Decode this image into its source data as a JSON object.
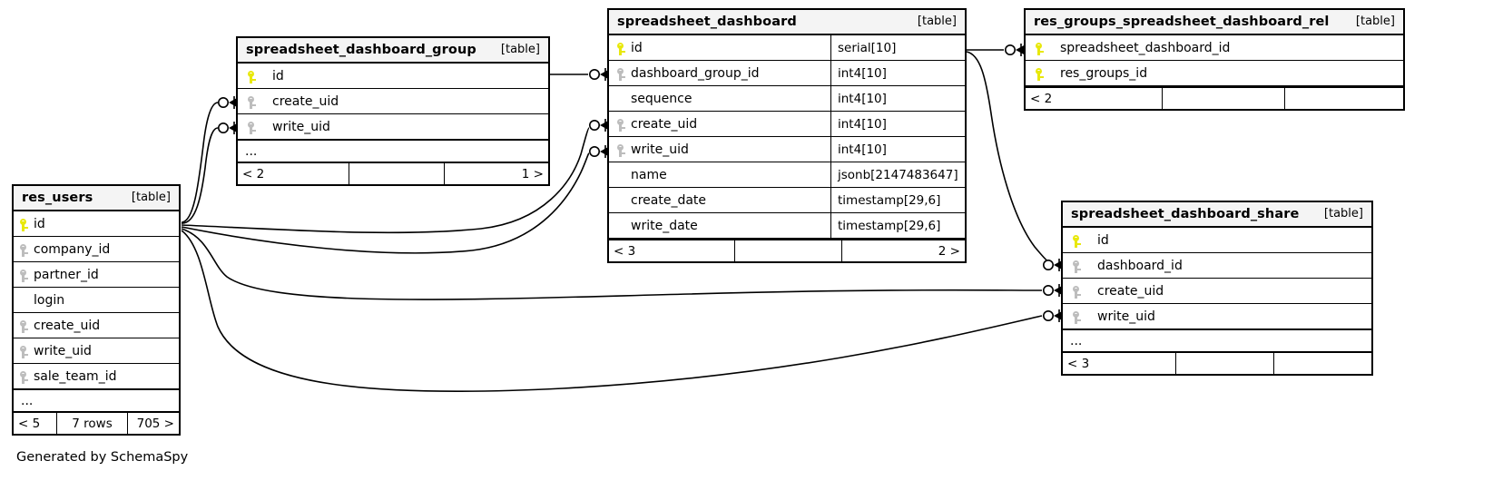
{
  "diagram": {
    "caption": "Generated by SchemaSpy",
    "table_tag": "[table]",
    "ellipsis": "...",
    "colors": {
      "primary_key": "#e8e80c",
      "foreign_key": "#bdbdbd",
      "header_bg": "#f4f4f4",
      "border": "#000000",
      "background": "#ffffff"
    }
  },
  "tables": {
    "res_users": {
      "name": "res_users",
      "type": "[table]",
      "columns": [
        {
          "name": "id",
          "key": "pk",
          "type": ""
        },
        {
          "name": "company_id",
          "key": "fk",
          "type": ""
        },
        {
          "name": "partner_id",
          "key": "fk",
          "type": ""
        },
        {
          "name": "login",
          "key": "none",
          "type": ""
        },
        {
          "name": "create_uid",
          "key": "fk",
          "type": ""
        },
        {
          "name": "write_uid",
          "key": "fk",
          "type": ""
        },
        {
          "name": "sale_team_id",
          "key": "fk",
          "type": ""
        }
      ],
      "more": "...",
      "footer": {
        "left": "< 5",
        "center": "7 rows",
        "right": "705 >"
      }
    },
    "spreadsheet_dashboard_group": {
      "name": "spreadsheet_dashboard_group",
      "type": "[table]",
      "columns": [
        {
          "name": "id",
          "key": "pk",
          "type": ""
        },
        {
          "name": "create_uid",
          "key": "fk",
          "type": ""
        },
        {
          "name": "write_uid",
          "key": "fk",
          "type": ""
        }
      ],
      "more": "...",
      "footer": {
        "left": "< 2",
        "center": "",
        "right": "1 >"
      }
    },
    "spreadsheet_dashboard": {
      "name": "spreadsheet_dashboard",
      "type": "[table]",
      "columns": [
        {
          "name": "id",
          "key": "pk",
          "type": "serial[10]"
        },
        {
          "name": "dashboard_group_id",
          "key": "fk",
          "type": "int4[10]"
        },
        {
          "name": "sequence",
          "key": "none",
          "type": "int4[10]"
        },
        {
          "name": "create_uid",
          "key": "fk",
          "type": "int4[10]"
        },
        {
          "name": "write_uid",
          "key": "fk",
          "type": "int4[10]"
        },
        {
          "name": "name",
          "key": "none",
          "type": "jsonb[2147483647]"
        },
        {
          "name": "create_date",
          "key": "none",
          "type": "timestamp[29,6]"
        },
        {
          "name": "write_date",
          "key": "none",
          "type": "timestamp[29,6]"
        }
      ],
      "more": "",
      "footer": {
        "left": "< 3",
        "center": "",
        "right": "2 >"
      }
    },
    "res_groups_spreadsheet_dashboard_rel": {
      "name": "res_groups_spreadsheet_dashboard_rel",
      "type": "[table]",
      "columns": [
        {
          "name": "spreadsheet_dashboard_id",
          "key": "pk",
          "type": ""
        },
        {
          "name": "res_groups_id",
          "key": "pk",
          "type": ""
        }
      ],
      "more": "",
      "footer": {
        "left": "< 2",
        "center": "",
        "right": ""
      }
    },
    "spreadsheet_dashboard_share": {
      "name": "spreadsheet_dashboard_share",
      "type": "[table]",
      "columns": [
        {
          "name": "id",
          "key": "pk",
          "type": ""
        },
        {
          "name": "dashboard_id",
          "key": "fk",
          "type": ""
        },
        {
          "name": "create_uid",
          "key": "fk",
          "type": ""
        },
        {
          "name": "write_uid",
          "key": "fk",
          "type": ""
        }
      ],
      "more": "...",
      "footer": {
        "left": "< 3",
        "center": "",
        "right": ""
      }
    }
  },
  "relationships": [
    {
      "from": "spreadsheet_dashboard_group.id",
      "to": "spreadsheet_dashboard.dashboard_group_id"
    },
    {
      "from": "res_users.id",
      "to": "spreadsheet_dashboard_group.create_uid"
    },
    {
      "from": "res_users.id",
      "to": "spreadsheet_dashboard_group.write_uid"
    },
    {
      "from": "res_users.id",
      "to": "spreadsheet_dashboard.create_uid"
    },
    {
      "from": "res_users.id",
      "to": "spreadsheet_dashboard.write_uid"
    },
    {
      "from": "spreadsheet_dashboard.id",
      "to": "res_groups_spreadsheet_dashboard_rel.spreadsheet_dashboard_id"
    },
    {
      "from": "spreadsheet_dashboard.id",
      "to": "spreadsheet_dashboard_share.dashboard_id"
    },
    {
      "from": "res_users.id",
      "to": "spreadsheet_dashboard_share.create_uid"
    },
    {
      "from": "res_users.id",
      "to": "spreadsheet_dashboard_share.write_uid"
    }
  ]
}
